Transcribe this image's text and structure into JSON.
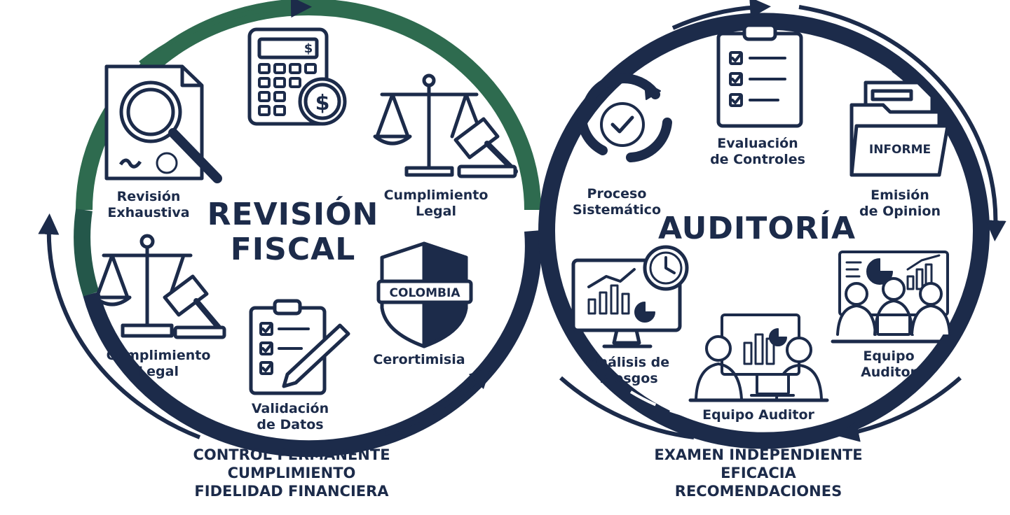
{
  "left": {
    "title_line1": "REVISIÓN",
    "title_line2": "FISCAL",
    "labels": {
      "revision_exhaustiva_1": "Revisión",
      "revision_exhaustiva_2": "Exhaustiva",
      "cumplimiento_top_1": "Cumplimiento",
      "cumplimiento_top_2": "Legal",
      "cumplimiento_left_1": "Cumplimiento",
      "cumplimiento_left_2": "Legal",
      "cerortimisia": "Cerortimisia",
      "validacion_1": "Validación",
      "validacion_2": "de Datos"
    },
    "shield_text": "COLOMBIA",
    "calculator_symbol": "$",
    "coin_symbol": "$",
    "footer": [
      "CONTROL PERMANENTE",
      "CUMPLIMIENTO",
      "FIDELIDAD FINANCIERA"
    ],
    "color": "#2e6b4f"
  },
  "right": {
    "title": "AUDITORÍA",
    "labels": {
      "proceso_1": "Proceso",
      "proceso_2": "Sistemático",
      "evaluacion_1": "Evaluación",
      "evaluacion_2": "de Controles",
      "emision_1": "Emisión",
      "emision_2": "de Opinion",
      "analisis_1": "Análisis de",
      "analisis_2": "Riesgos",
      "equipo_right_1": "Equipo",
      "equipo_right_2": "Auditor",
      "equipo_bottom": "Equipo Auditor"
    },
    "folder_text": "INFORME",
    "footer": [
      "EXAMEN INDEPENDIENTE",
      "EFICACIA",
      "RECOMENDACIONES"
    ],
    "color": "#1c2b4a"
  }
}
